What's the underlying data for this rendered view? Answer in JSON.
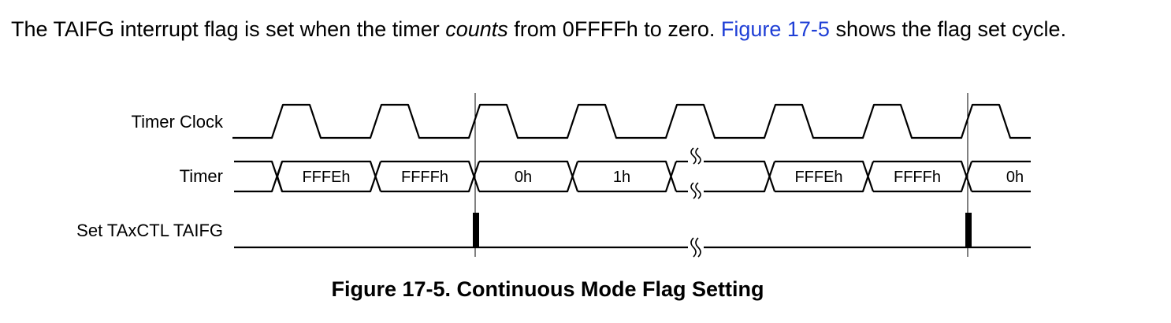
{
  "paragraph": {
    "part1": "The TAIFG interrupt flag is set when the timer ",
    "emphasis": "counts",
    "part2": " from 0FFFFh to zero. ",
    "link": "Figure 17-5",
    "part3": " shows the flag set cycle."
  },
  "diagram": {
    "signals": [
      "Timer Clock",
      "Timer",
      "Set TAxCTL TAIFG"
    ],
    "timer_values": [
      "FFFEh",
      "FFFFh",
      "0h",
      "1h",
      "FFFEh",
      "FFFFh",
      "0h"
    ]
  },
  "caption": "Figure 17-5. Continuous Mode Flag Setting",
  "colors": {
    "link": "#1f3fd6",
    "text": "#000000"
  }
}
